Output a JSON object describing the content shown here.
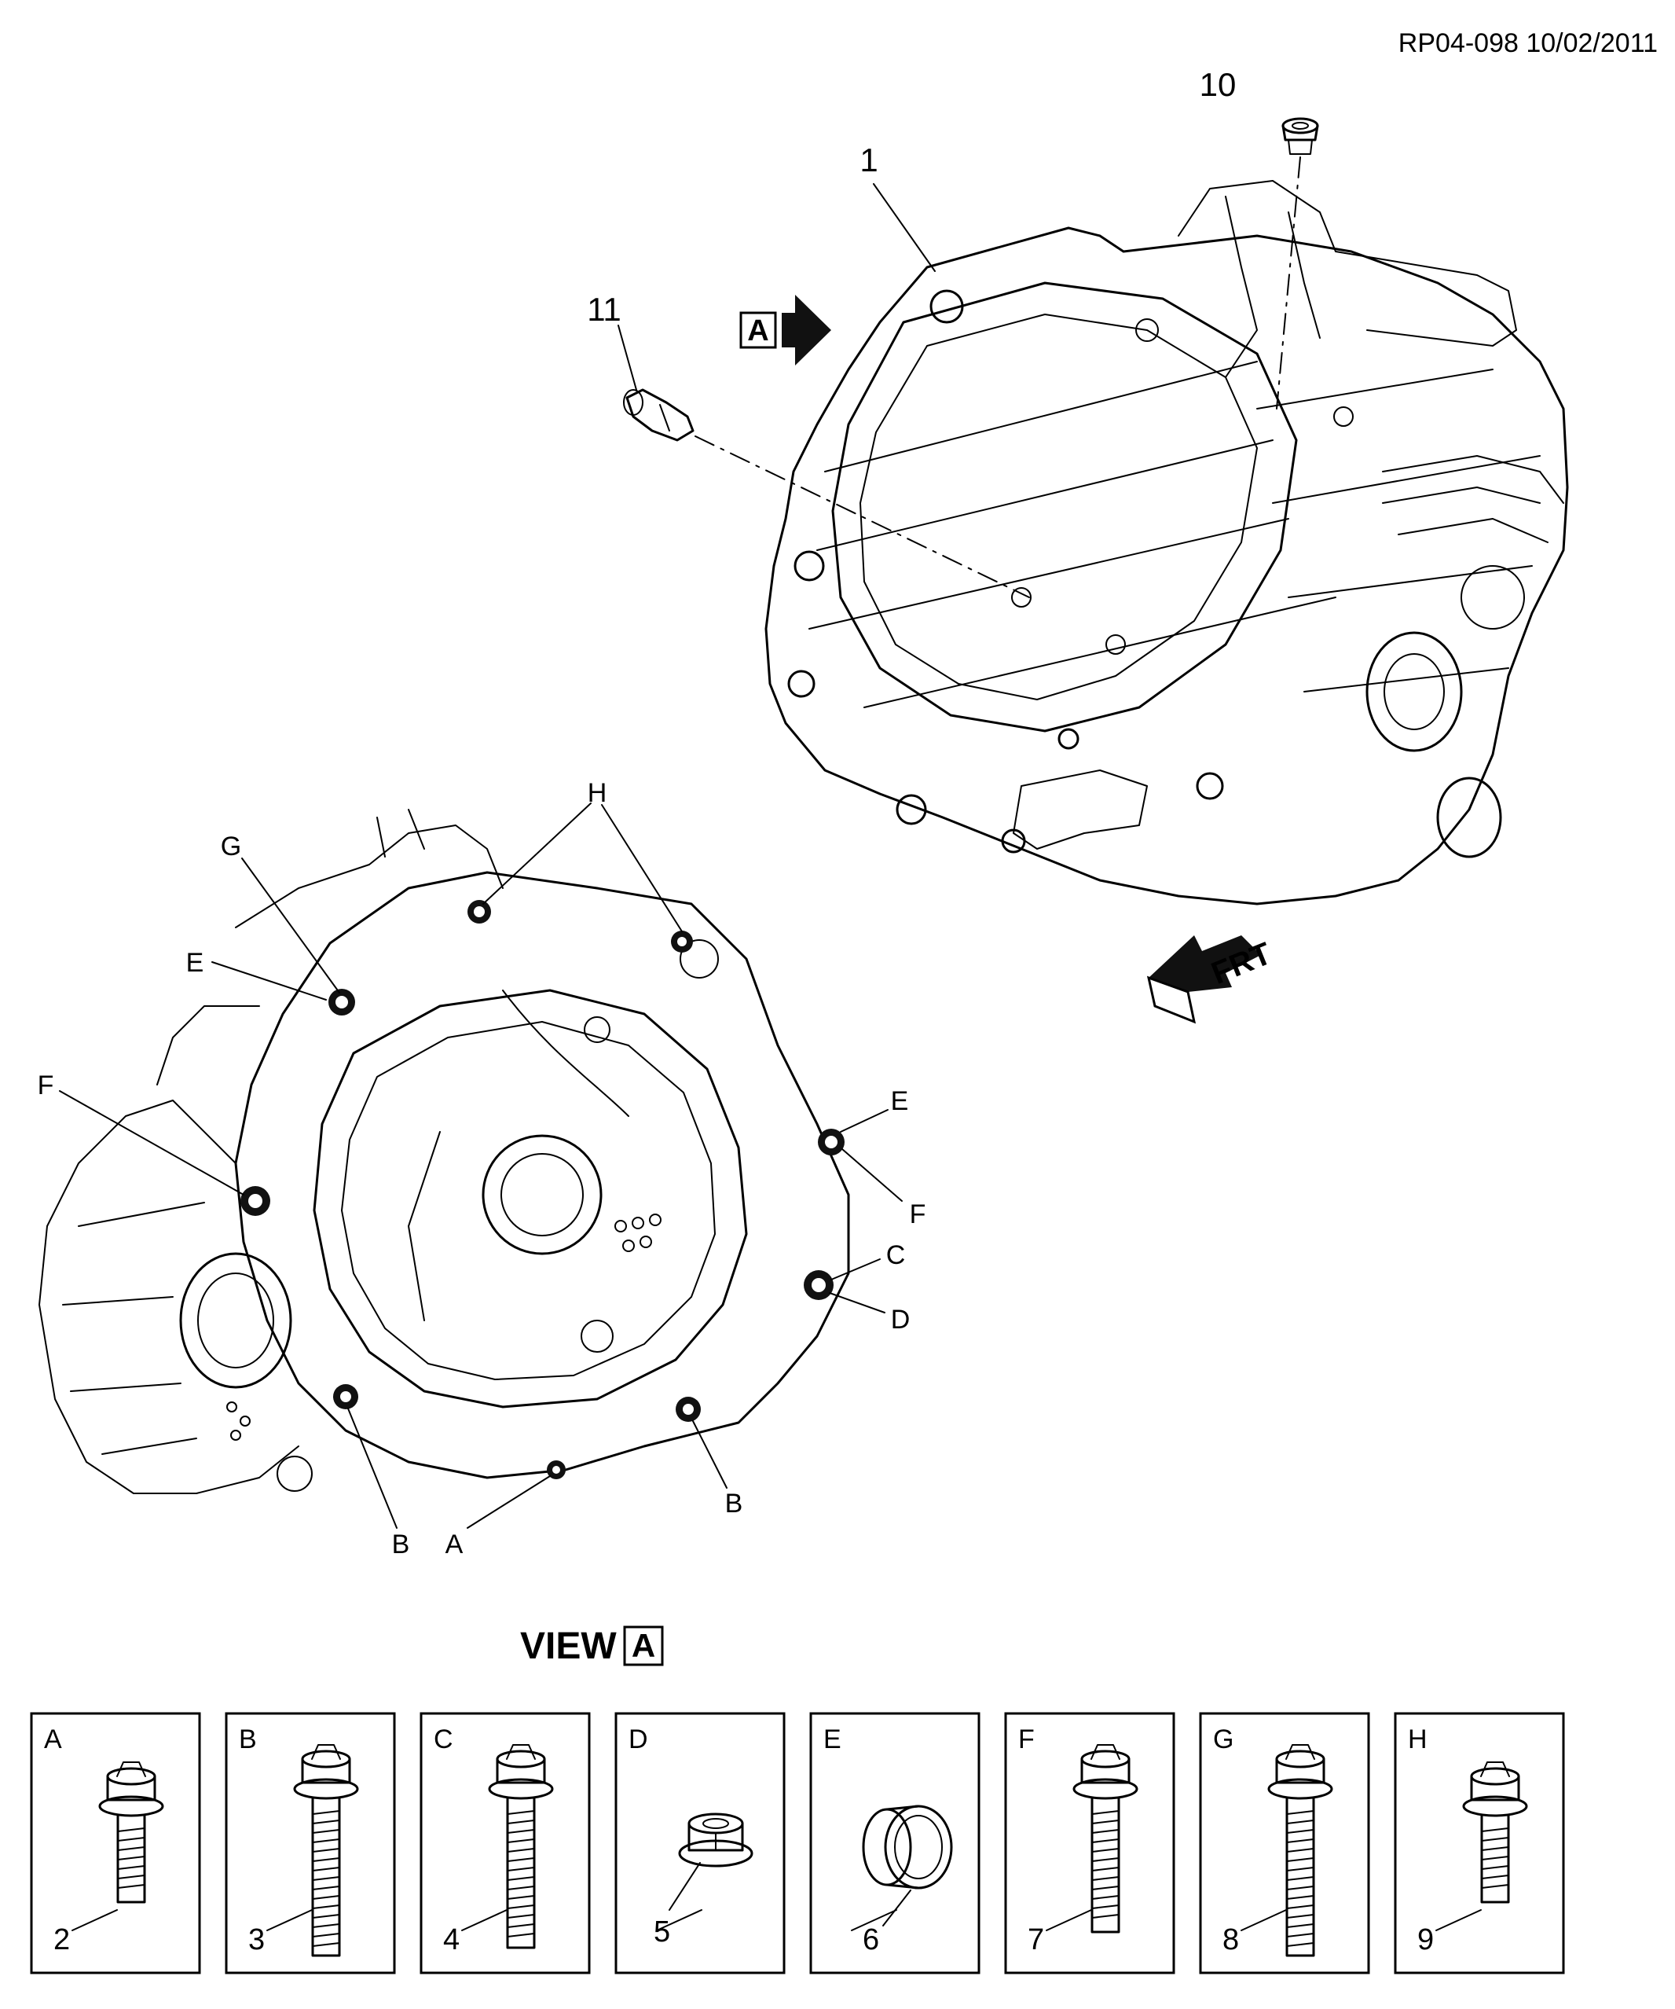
{
  "header": {
    "doc_ref": "RP04-098 10/02/2011"
  },
  "view_marker": {
    "letter": "A"
  },
  "direction_marker": {
    "label": "FRT"
  },
  "callouts": {
    "main_housing": "1",
    "drain_plug": "10",
    "sensor": "11"
  },
  "view_title": {
    "text": "VIEW",
    "letter": "A"
  },
  "bolt_locations": [
    {
      "id": "g-top",
      "letter": "G"
    },
    {
      "id": "h-top",
      "letter": "H"
    },
    {
      "id": "e-left",
      "letter": "E"
    },
    {
      "id": "f-left",
      "letter": "F"
    },
    {
      "id": "e-right",
      "letter": "E"
    },
    {
      "id": "f-right",
      "letter": "F"
    },
    {
      "id": "c-right",
      "letter": "C"
    },
    {
      "id": "d-right",
      "letter": "D"
    },
    {
      "id": "b-right",
      "letter": "B"
    },
    {
      "id": "b-left",
      "letter": "B"
    },
    {
      "id": "a-bottom",
      "letter": "A"
    }
  ],
  "parts_legend": [
    {
      "letter": "A",
      "number": "2",
      "type": "bolt"
    },
    {
      "letter": "B",
      "number": "3",
      "type": "bolt"
    },
    {
      "letter": "C",
      "number": "4",
      "type": "bolt"
    },
    {
      "letter": "D",
      "number": "5",
      "type": "nut"
    },
    {
      "letter": "E",
      "number": "6",
      "type": "sleeve"
    },
    {
      "letter": "F",
      "number": "7",
      "type": "bolt"
    },
    {
      "letter": "G",
      "number": "8",
      "type": "bolt"
    },
    {
      "letter": "H",
      "number": "9",
      "type": "bolt"
    }
  ],
  "icons": [
    "view-arrow-icon",
    "front-arrow-icon",
    "bolt-icon",
    "nut-icon",
    "sleeve-icon"
  ]
}
